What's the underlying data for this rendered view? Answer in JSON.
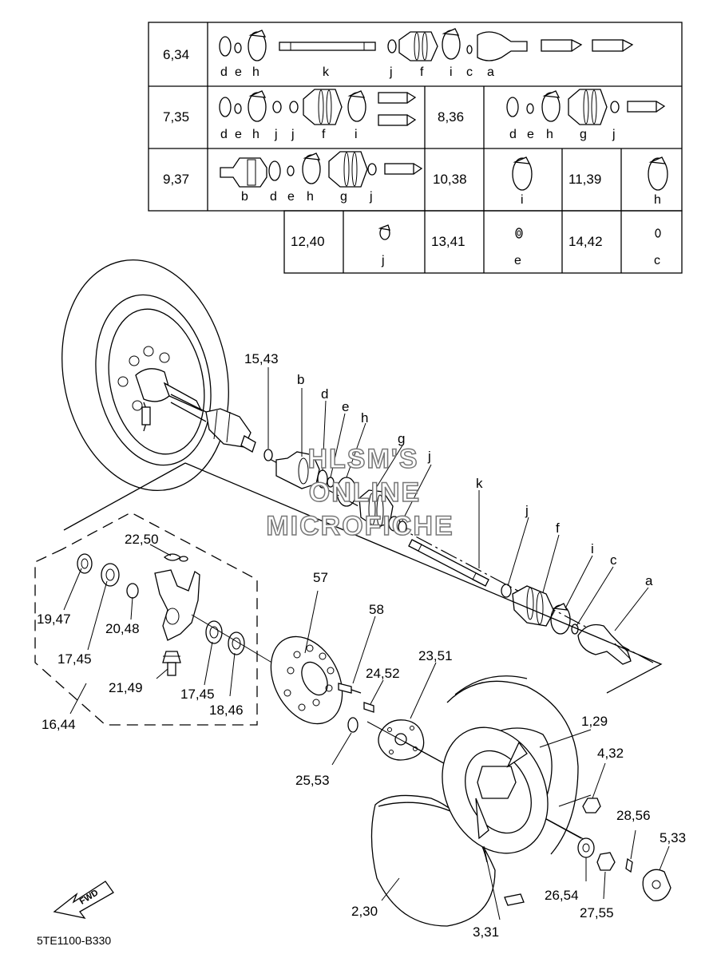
{
  "kit_table": {
    "kits": [
      {
        "code": "6,34",
        "parts": [
          "d",
          "e",
          "h",
          "k",
          "j",
          "f",
          "i",
          "c",
          "a"
        ]
      },
      {
        "code": "7,35",
        "parts": [
          "d",
          "e",
          "h",
          "j",
          "j",
          "f",
          "i"
        ]
      },
      {
        "code": "8,36",
        "parts": [
          "d",
          "e",
          "h",
          "g",
          "j"
        ]
      },
      {
        "code": "9,37",
        "parts": [
          "b",
          "d",
          "e",
          "h",
          "g",
          "j"
        ]
      },
      {
        "code": "10,38",
        "parts": [
          "i"
        ]
      },
      {
        "code": "11,39",
        "parts": [
          "h"
        ]
      },
      {
        "code": "12,40",
        "parts": [
          "j"
        ]
      },
      {
        "code": "13,41",
        "parts": [
          "e"
        ]
      },
      {
        "code": "14,42",
        "parts": [
          "c"
        ]
      }
    ]
  },
  "callouts": {
    "c15_43": "15,43",
    "b": "b",
    "d": "d",
    "e": "e",
    "h": "h",
    "g": "g",
    "j": "j",
    "k": "k",
    "j2": "j",
    "f": "f",
    "i": "i",
    "c": "c",
    "a": "a",
    "c22_50": "22,50",
    "c19_47": "19,47",
    "c17_45a": "17,45",
    "c20_48": "20,48",
    "c21_49": "21,49",
    "c17_45b": "17,45",
    "c18_46": "18,46",
    "c16_44": "16,44",
    "c57": "57",
    "c58": "58",
    "c23_51": "23,51",
    "c24_52": "24,52",
    "c1_29": "1,29",
    "c4_32": "4,32",
    "c25_53": "25,53",
    "c28_56": "28,56",
    "c5_33": "5,33",
    "c26_54": "26,54",
    "c27_55": "27,55",
    "c2_30": "2,30",
    "c3_31": "3,31"
  },
  "watermark": {
    "line1": "HLSM'S",
    "line2": "ONLINE",
    "line3": "MICROFICHE"
  },
  "fwd_label": "FWD",
  "diagram_code": "5TE1100-B330",
  "icons": [
    "fwd-arrow-icon"
  ]
}
